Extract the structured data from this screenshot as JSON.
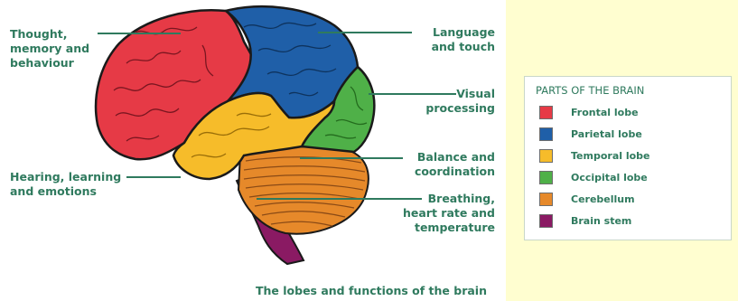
{
  "diagram": {
    "caption": "The lobes and functions of the brain",
    "labels": {
      "thought": "Thought,\nmemory and\nbehaviour",
      "hearing": "Hearing, learning\nand emotions",
      "language": "Language\nand touch",
      "visual": "Visual\nprocessing",
      "balance": "Balance and\ncoordination",
      "breathing": "Breathing,\nheart rate and\ntemperature"
    }
  },
  "legend": {
    "title": "PARTS OF THE BRAIN",
    "items": [
      {
        "label": "Frontal lobe",
        "color": "#e63a46"
      },
      {
        "label": "Parietal lobe",
        "color": "#1f5fa8"
      },
      {
        "label": "Temporal lobe",
        "color": "#f6bc2a"
      },
      {
        "label": "Occipital lobe",
        "color": "#4fb048"
      },
      {
        "label": "Cerebellum",
        "color": "#e6892a"
      },
      {
        "label": "Brain stem",
        "color": "#8a1a63"
      }
    ]
  },
  "colors": {
    "label_green": "#2f7a5e",
    "background": "#fffed0",
    "outline": "#1a1a1a"
  }
}
